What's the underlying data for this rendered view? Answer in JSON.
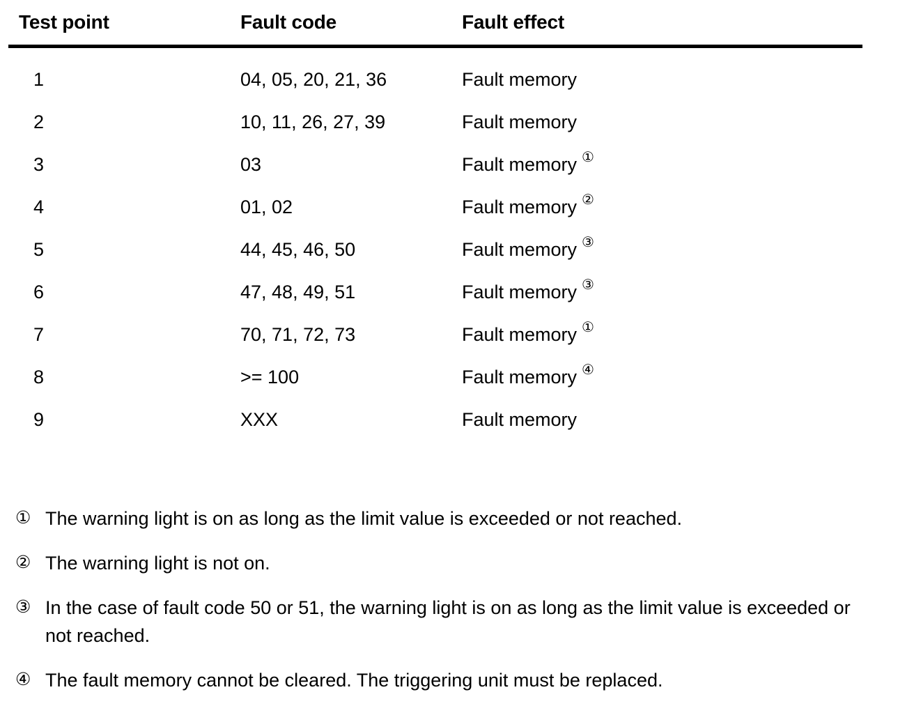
{
  "document": {
    "background_color": "#ffffff",
    "text_color": "#000000"
  },
  "table": {
    "headers": {
      "test_point": "Test point",
      "fault_code": "Fault code",
      "fault_effect": "Fault effect"
    },
    "rows": [
      {
        "test_point": "1",
        "fault_code": "04, 05, 20, 21, 36",
        "fault_effect": "Fault memory",
        "footnote_marker": ""
      },
      {
        "test_point": "2",
        "fault_code": "10, 11, 26, 27, 39",
        "fault_effect": "Fault memory",
        "footnote_marker": ""
      },
      {
        "test_point": "3",
        "fault_code": "03",
        "fault_effect": "Fault memory",
        "footnote_marker": "①"
      },
      {
        "test_point": "4",
        "fault_code": "01, 02",
        "fault_effect": "Fault memory",
        "footnote_marker": "②"
      },
      {
        "test_point": "5",
        "fault_code": "44, 45, 46, 50",
        "fault_effect": "Fault memory",
        "footnote_marker": "③"
      },
      {
        "test_point": "6",
        "fault_code": "47, 48, 49, 51",
        "fault_effect": "Fault memory",
        "footnote_marker": "③"
      },
      {
        "test_point": "7",
        "fault_code": "70, 71, 72, 73",
        "fault_effect": "Fault memory",
        "footnote_marker": "①"
      },
      {
        "test_point": "8",
        "fault_code": ">= 100",
        "fault_effect": "Fault memory",
        "footnote_marker": "④"
      },
      {
        "test_point": "9",
        "fault_code": "XXX",
        "fault_effect": "Fault memory",
        "footnote_marker": ""
      }
    ]
  },
  "footnotes": [
    {
      "marker": "①",
      "text": "The warning light is on as long as the limit value is exceeded or not reached."
    },
    {
      "marker": "②",
      "text": "The warning light is not on."
    },
    {
      "marker": "③",
      "text": "In the case of fault code 50 or 51, the warning light is on as long as the limit value is exceeded or not reached."
    },
    {
      "marker": "④",
      "text": "The fault memory cannot be cleared. The triggering unit must be replaced."
    }
  ]
}
